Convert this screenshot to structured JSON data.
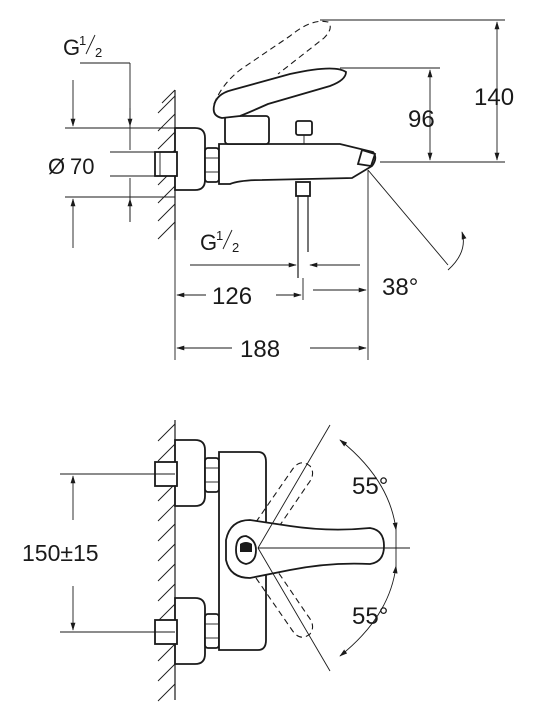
{
  "top_view": {
    "thread_top": {
      "base": "G",
      "sup": "1",
      "sub": "2"
    },
    "diameter": {
      "symbol": "Ø",
      "value": "70"
    },
    "thread_bottom": {
      "base": "G",
      "sup": "1",
      "sub": "2"
    },
    "dim_96": "96",
    "dim_140": "140",
    "dim_126": "126",
    "dim_188": "188",
    "angle": "38°"
  },
  "bottom_view": {
    "dim_height": "150±15",
    "angle_top": "55°",
    "angle_bottom": "55°"
  }
}
